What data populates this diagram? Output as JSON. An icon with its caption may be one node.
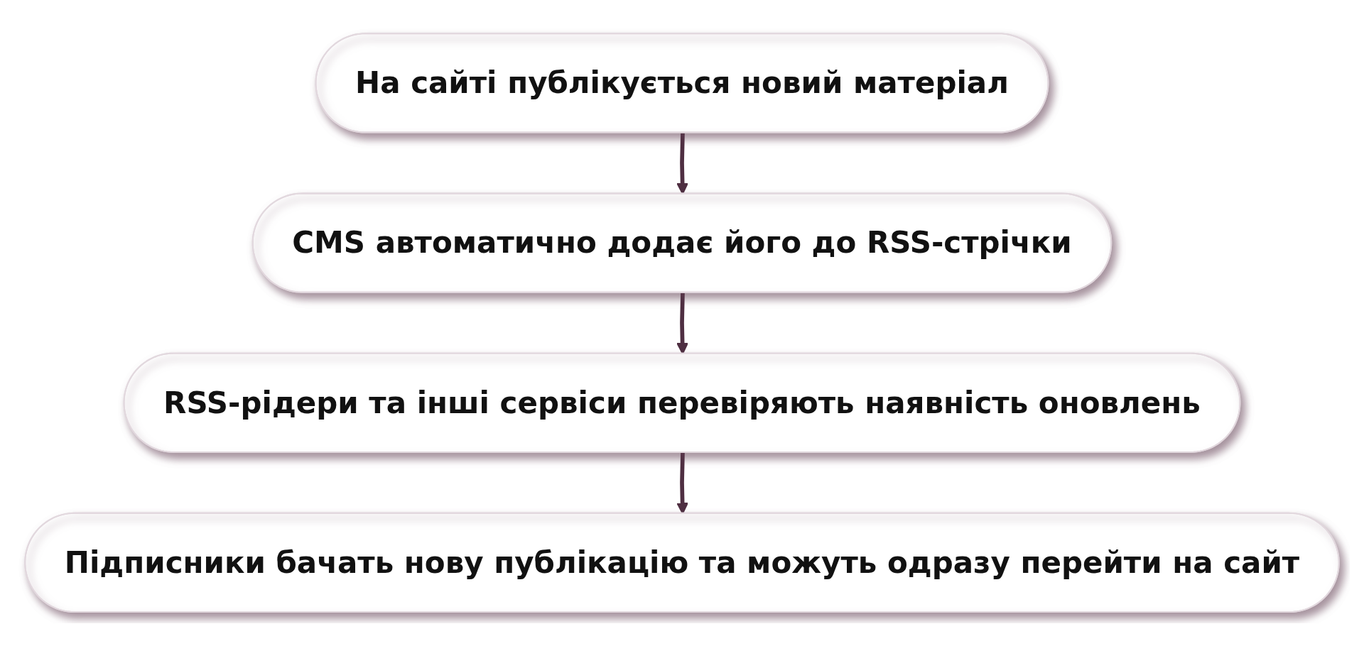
{
  "diagram": {
    "nodes": [
      {
        "text": [
          "На сайті публікується новий матеріал"
        ]
      },
      {
        "text": [
          "CMS автоматично додає його до RSS-стрічки"
        ]
      },
      {
        "text": [
          "RSS-рідери та інші сервіси перевіряють наявність оновлень"
        ]
      },
      {
        "text": [
          "Підписники бачать нову публікацію та можуть одразу перейти на сайт"
        ]
      }
    ],
    "edges": [
      {
        "from": 0,
        "to": 1,
        "arrow": "to"
      },
      {
        "from": 1,
        "to": 2,
        "arrow": "to"
      },
      {
        "from": 2,
        "to": 3,
        "arrow": "to"
      }
    ]
  }
}
